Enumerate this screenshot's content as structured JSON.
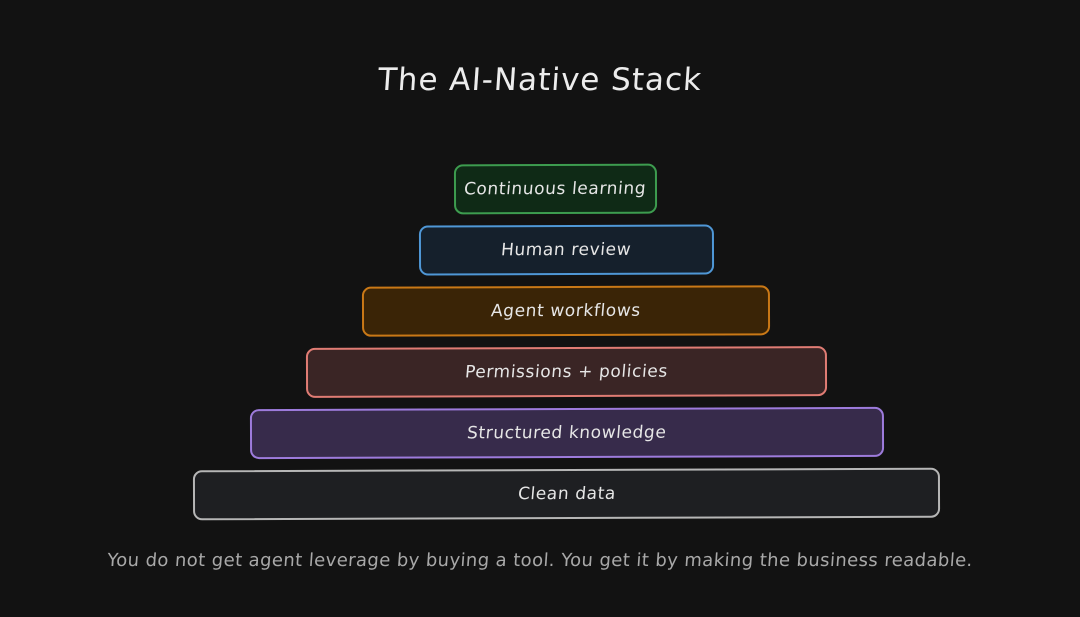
{
  "diagram": {
    "title": "The AI-Native Stack",
    "layers": [
      {
        "label": "Continuous learning",
        "border_color": "#3d9c4f",
        "fill_color": "#0f2a16"
      },
      {
        "label": "Human review",
        "border_color": "#4f97d6",
        "fill_color": "#15202c"
      },
      {
        "label": "Agent workflows",
        "border_color": "#c97816",
        "fill_color": "#3a2406"
      },
      {
        "label": "Permissions + policies",
        "border_color": "#e07c74",
        "fill_color": "#3a2525"
      },
      {
        "label": "Structured knowledge",
        "border_color": "#9d7bdc",
        "fill_color": "#372b4b"
      },
      {
        "label": "Clean data",
        "border_color": "#b6b6b6",
        "fill_color": "#1e1f22"
      }
    ],
    "caption": "You do not get agent leverage by buying a tool. You get it by making the business readable."
  },
  "colors": {
    "background": "#121212",
    "text": "#e8e8e8",
    "caption_text": "#a8a8a8"
  }
}
